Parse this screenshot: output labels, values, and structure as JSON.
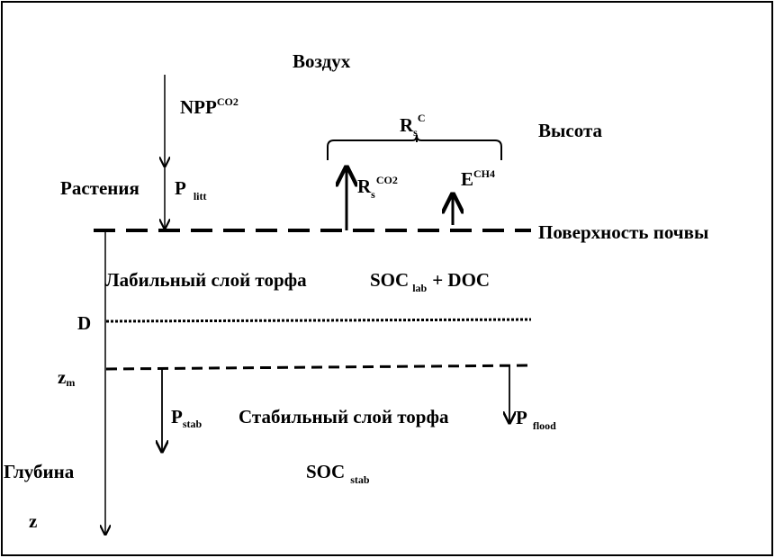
{
  "labels": {
    "air": "Воздух",
    "height": "Высота",
    "plants": "Растения",
    "soil_surface": "Поверхность почвы",
    "labile_layer": "Лабильный слой торфа",
    "stable_layer": "Стабильный слой торфа",
    "depth": "Глубина",
    "depth_var": "z",
    "d_level": "D",
    "zm_main": "z",
    "zm_sub": "m"
  },
  "fluxes": {
    "npp": {
      "main": "NPP",
      "sup": "CO2"
    },
    "p_litt": {
      "main": "P",
      "sub": "litt"
    },
    "rs_c": {
      "main": "R",
      "sub": "s",
      "sup": "C"
    },
    "rs_co2": {
      "main": "R",
      "sub": "s",
      "sup": "CO2"
    },
    "e_ch4": {
      "main": "E",
      "sup": "CH4"
    },
    "p_stab": {
      "main": "P",
      "sub": "stab"
    },
    "p_flood": {
      "main": "P",
      "sub": "flood"
    }
  },
  "pools": {
    "soc_lab": {
      "main": "SOC",
      "sub": "lab",
      "rest": "+ DOC"
    },
    "soc_stab": {
      "main": "SOC",
      "sub": "stab"
    }
  }
}
